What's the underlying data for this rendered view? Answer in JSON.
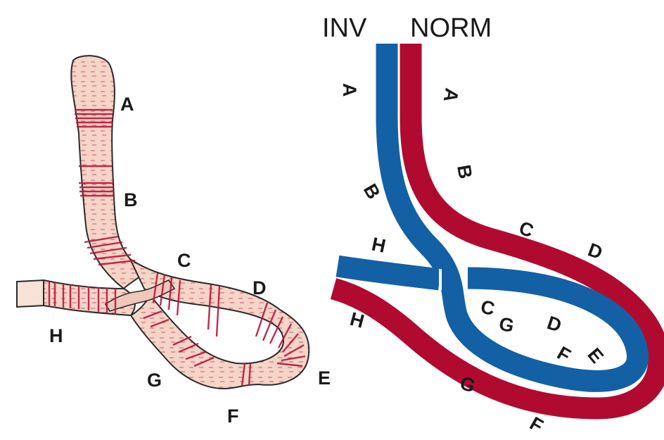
{
  "colors": {
    "inverted_tube": "#1460a5",
    "normal_tube": "#b10a31",
    "drawing_fill": "#f6d4c8",
    "drawing_band": "#b8173a",
    "drawing_outline": "#2a2a2a"
  },
  "left_illustration": {
    "labels": [
      "A",
      "B",
      "C",
      "D",
      "E",
      "F",
      "G",
      "H"
    ]
  },
  "right_diagram": {
    "headers": {
      "inverted": "INV",
      "normal": "NORM"
    },
    "inverted_labels": [
      "A",
      "B",
      "H",
      "C",
      "G",
      "D",
      "F",
      "E"
    ],
    "normal_labels": [
      "A",
      "B",
      "C",
      "D",
      "H",
      "G",
      "F"
    ]
  }
}
